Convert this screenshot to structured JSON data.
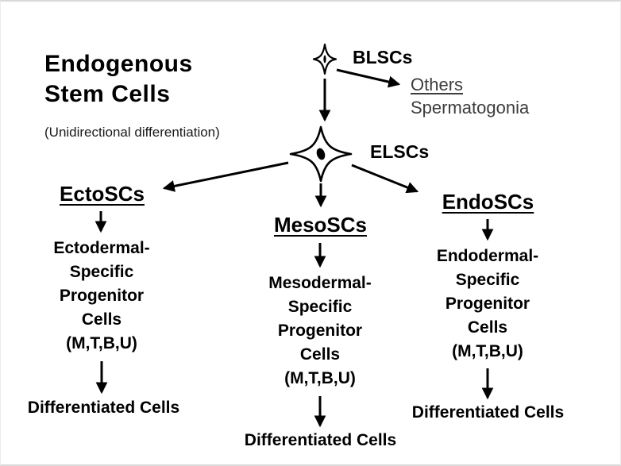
{
  "colors": {
    "text": "#000000",
    "muted_text": "#3d3d3d",
    "background": "#ffffff",
    "line": "#000000"
  },
  "header": {
    "title": "Endogenous\nStem Cells",
    "subtitle": "(Unidirectional differentiation)"
  },
  "top": {
    "blscs_label": "BLSCs",
    "others_label": "Others",
    "spermatogonia_label": "Spermatogonia",
    "elscs_label": "ELSCs"
  },
  "icons": {
    "blsc_star": "four-point-star-cell",
    "elsc_star": "four-point-star-cell-with-nucleus"
  },
  "branches": [
    {
      "name": "EctoSCs",
      "progenitor": "Ectodermal-\nSpecific\nProgenitor\nCells\n(M,T,B,U)",
      "differentiated": "Differentiated Cells"
    },
    {
      "name": "MesoSCs",
      "progenitor": "Mesodermal-\nSpecific\nProgenitor\nCells\n(M,T,B,U)",
      "differentiated": "Differentiated Cells"
    },
    {
      "name": "EndoSCs",
      "progenitor": "Endodermal-\nSpecific\nProgenitor\nCells\n(M,T,B,U)",
      "differentiated": "Differentiated Cells"
    }
  ]
}
